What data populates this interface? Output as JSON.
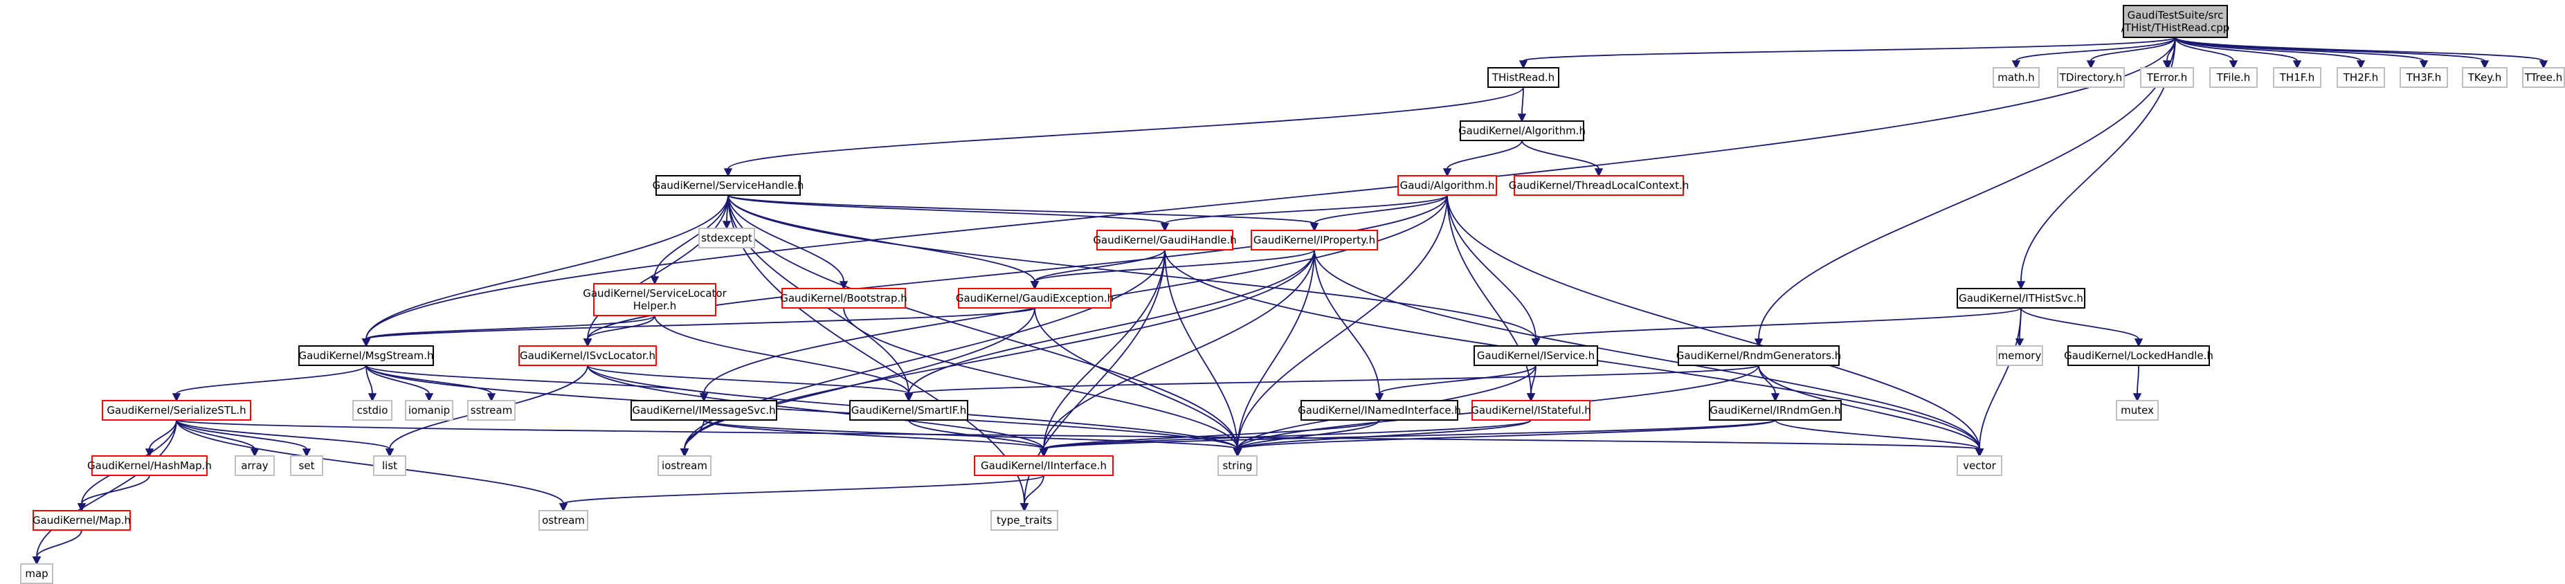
{
  "colors": {
    "edge": "#191970",
    "root_fill": "#bfbfbf",
    "root_border": "#000000",
    "documented_border": "#000000",
    "truncated_border": "#ff0000",
    "external_border": "#bfbfbf",
    "node_fill": "#ffffff"
  },
  "nodes": [
    {
      "id": "root",
      "lines": [
        "GaudiTestSuite/src",
        "/THist/THistRead.cpp"
      ],
      "kind": "root"
    },
    {
      "id": "thistread_h",
      "lines": [
        "THistRead.h"
      ],
      "kind": "documented"
    },
    {
      "id": "math_h",
      "lines": [
        "math.h"
      ],
      "kind": "external"
    },
    {
      "id": "tdirectory_h",
      "lines": [
        "TDirectory.h"
      ],
      "kind": "external"
    },
    {
      "id": "terror_h",
      "lines": [
        "TError.h"
      ],
      "kind": "external"
    },
    {
      "id": "tfile_h",
      "lines": [
        "TFile.h"
      ],
      "kind": "external"
    },
    {
      "id": "th1f_h",
      "lines": [
        "TH1F.h"
      ],
      "kind": "external"
    },
    {
      "id": "th2f_h",
      "lines": [
        "TH2F.h"
      ],
      "kind": "external"
    },
    {
      "id": "th3f_h",
      "lines": [
        "TH3F.h"
      ],
      "kind": "external"
    },
    {
      "id": "tkey_h",
      "lines": [
        "TKey.h"
      ],
      "kind": "external"
    },
    {
      "id": "ttree_h",
      "lines": [
        "TTree.h"
      ],
      "kind": "external"
    },
    {
      "id": "algorithm_gk",
      "lines": [
        "GaudiKernel/Algorithm.h"
      ],
      "kind": "documented"
    },
    {
      "id": "tlc",
      "lines": [
        "GaudiKernel/ThreadLocalContext.h"
      ],
      "kind": "truncated"
    },
    {
      "id": "servicehandle",
      "lines": [
        "GaudiKernel/ServiceHandle.h"
      ],
      "kind": "documented"
    },
    {
      "id": "gaudi_algorithm",
      "lines": [
        "Gaudi/Algorithm.h"
      ],
      "kind": "truncated"
    },
    {
      "id": "stdexcept",
      "lines": [
        "stdexcept"
      ],
      "kind": "external"
    },
    {
      "id": "gaudihandle",
      "lines": [
        "GaudiKernel/GaudiHandle.h"
      ],
      "kind": "truncated"
    },
    {
      "id": "iproperty",
      "lines": [
        "GaudiKernel/IProperty.h"
      ],
      "kind": "truncated"
    },
    {
      "id": "svclocatorhelper",
      "lines": [
        "GaudiKernel/ServiceLocator",
        "Helper.h"
      ],
      "kind": "truncated"
    },
    {
      "id": "bootstrap",
      "lines": [
        "GaudiKernel/Bootstrap.h"
      ],
      "kind": "truncated"
    },
    {
      "id": "gaudiexception",
      "lines": [
        "GaudiKernel/GaudiException.h"
      ],
      "kind": "truncated"
    },
    {
      "id": "ithistsvc",
      "lines": [
        "GaudiKernel/ITHistSvc.h"
      ],
      "kind": "documented"
    },
    {
      "id": "msgstream",
      "lines": [
        "GaudiKernel/MsgStream.h"
      ],
      "kind": "documented"
    },
    {
      "id": "isvclocator",
      "lines": [
        "GaudiKernel/ISvcLocator.h"
      ],
      "kind": "truncated"
    },
    {
      "id": "iservice",
      "lines": [
        "GaudiKernel/IService.h"
      ],
      "kind": "documented"
    },
    {
      "id": "rndmgenerators",
      "lines": [
        "GaudiKernel/RndmGenerators.h"
      ],
      "kind": "documented"
    },
    {
      "id": "memory",
      "lines": [
        "memory"
      ],
      "kind": "external"
    },
    {
      "id": "lockedhandle",
      "lines": [
        "GaudiKernel/LockedHandle.h"
      ],
      "kind": "documented"
    },
    {
      "id": "mutex",
      "lines": [
        "mutex"
      ],
      "kind": "external"
    },
    {
      "id": "serializestl",
      "lines": [
        "GaudiKernel/SerializeSTL.h"
      ],
      "kind": "truncated"
    },
    {
      "id": "cstdio",
      "lines": [
        "cstdio"
      ],
      "kind": "external"
    },
    {
      "id": "iomanip",
      "lines": [
        "iomanip"
      ],
      "kind": "external"
    },
    {
      "id": "sstream",
      "lines": [
        "sstream"
      ],
      "kind": "external"
    },
    {
      "id": "imessagesvc",
      "lines": [
        "GaudiKernel/IMessageSvc.h"
      ],
      "kind": "documented"
    },
    {
      "id": "smartif",
      "lines": [
        "GaudiKernel/SmartIF.h"
      ],
      "kind": "documented"
    },
    {
      "id": "inamedinterface",
      "lines": [
        "GaudiKernel/INamedInterface.h"
      ],
      "kind": "documented"
    },
    {
      "id": "istateful",
      "lines": [
        "GaudiKernel/IStateful.h"
      ],
      "kind": "truncated"
    },
    {
      "id": "irndmgen",
      "lines": [
        "GaudiKernel/IRndmGen.h"
      ],
      "kind": "documented"
    },
    {
      "id": "hashmap",
      "lines": [
        "GaudiKernel/HashMap.h"
      ],
      "kind": "truncated"
    },
    {
      "id": "array",
      "lines": [
        "array"
      ],
      "kind": "external"
    },
    {
      "id": "set",
      "lines": [
        "set"
      ],
      "kind": "external"
    },
    {
      "id": "list",
      "lines": [
        "list"
      ],
      "kind": "external"
    },
    {
      "id": "iostream",
      "lines": [
        "iostream"
      ],
      "kind": "external"
    },
    {
      "id": "string",
      "lines": [
        "string"
      ],
      "kind": "external"
    },
    {
      "id": "vector",
      "lines": [
        "vector"
      ],
      "kind": "external"
    },
    {
      "id": "iinterface",
      "lines": [
        "GaudiKernel/IInterface.h"
      ],
      "kind": "truncated"
    },
    {
      "id": "map_gk",
      "lines": [
        "GaudiKernel/Map.h"
      ],
      "kind": "truncated"
    },
    {
      "id": "ostream",
      "lines": [
        "ostream"
      ],
      "kind": "external"
    },
    {
      "id": "type_traits",
      "lines": [
        "type_traits"
      ],
      "kind": "external"
    },
    {
      "id": "map",
      "lines": [
        "map"
      ],
      "kind": "external"
    }
  ],
  "edges": [
    [
      "root",
      "thistread_h"
    ],
    [
      "root",
      "math_h"
    ],
    [
      "root",
      "tdirectory_h"
    ],
    [
      "root",
      "terror_h"
    ],
    [
      "root",
      "tfile_h"
    ],
    [
      "root",
      "th1f_h"
    ],
    [
      "root",
      "th2f_h"
    ],
    [
      "root",
      "th3f_h"
    ],
    [
      "root",
      "tkey_h"
    ],
    [
      "root",
      "ttree_h"
    ],
    [
      "root",
      "msgstream"
    ],
    [
      "root",
      "rndmgenerators"
    ],
    [
      "root",
      "ithistsvc"
    ],
    [
      "thistread_h",
      "algorithm_gk"
    ],
    [
      "thistread_h",
      "servicehandle"
    ],
    [
      "algorithm_gk",
      "gaudi_algorithm"
    ],
    [
      "algorithm_gk",
      "tlc"
    ],
    [
      "gaudi_algorithm",
      "iproperty"
    ],
    [
      "gaudi_algorithm",
      "gaudihandle"
    ],
    [
      "gaudi_algorithm",
      "isvclocator"
    ],
    [
      "gaudi_algorithm",
      "iservice"
    ],
    [
      "gaudi_algorithm",
      "istateful"
    ],
    [
      "gaudi_algorithm",
      "imessagesvc"
    ],
    [
      "gaudi_algorithm",
      "string"
    ],
    [
      "gaudi_algorithm",
      "vector"
    ],
    [
      "servicehandle",
      "stdexcept"
    ],
    [
      "servicehandle",
      "gaudihandle"
    ],
    [
      "servicehandle",
      "iproperty"
    ],
    [
      "servicehandle",
      "svclocatorhelper"
    ],
    [
      "servicehandle",
      "bootstrap"
    ],
    [
      "servicehandle",
      "gaudiexception"
    ],
    [
      "servicehandle",
      "msgstream"
    ],
    [
      "servicehandle",
      "isvclocator"
    ],
    [
      "servicehandle",
      "iservice"
    ],
    [
      "servicehandle",
      "string"
    ],
    [
      "servicehandle",
      "type_traits"
    ],
    [
      "servicehandle",
      "smartif"
    ],
    [
      "gaudihandle",
      "gaudiexception"
    ],
    [
      "gaudihandle",
      "iinterface"
    ],
    [
      "gaudihandle",
      "string"
    ],
    [
      "gaudihandle",
      "vector"
    ],
    [
      "gaudihandle",
      "iostream"
    ],
    [
      "gaudihandle",
      "type_traits"
    ],
    [
      "iproperty",
      "gaudiexception"
    ],
    [
      "iproperty",
      "inamedinterface"
    ],
    [
      "iproperty",
      "iinterface"
    ],
    [
      "iproperty",
      "string"
    ],
    [
      "iproperty",
      "vector"
    ],
    [
      "iproperty",
      "iostream"
    ],
    [
      "iproperty",
      "smartif"
    ],
    [
      "svclocatorhelper",
      "isvclocator"
    ],
    [
      "svclocatorhelper",
      "msgstream"
    ],
    [
      "svclocatorhelper",
      "smartif"
    ],
    [
      "bootstrap",
      "string"
    ],
    [
      "gaudiexception",
      "iostream"
    ],
    [
      "gaudiexception",
      "string"
    ],
    [
      "gaudiexception",
      "msgstream"
    ],
    [
      "msgstream",
      "serializestl"
    ],
    [
      "msgstream",
      "cstdio"
    ],
    [
      "msgstream",
      "iomanip"
    ],
    [
      "msgstream",
      "sstream"
    ],
    [
      "msgstream",
      "string"
    ],
    [
      "msgstream",
      "imessagesvc"
    ],
    [
      "isvclocator",
      "iinterface"
    ],
    [
      "isvclocator",
      "smartif"
    ],
    [
      "isvclocator",
      "string"
    ],
    [
      "isvclocator",
      "list"
    ],
    [
      "iservice",
      "inamedinterface"
    ],
    [
      "iservice",
      "istateful"
    ],
    [
      "iservice",
      "string"
    ],
    [
      "inamedinterface",
      "iinterface"
    ],
    [
      "inamedinterface",
      "string"
    ],
    [
      "istateful",
      "iinterface"
    ],
    [
      "istateful",
      "string"
    ],
    [
      "smartif",
      "iinterface"
    ],
    [
      "imessagesvc",
      "iinterface"
    ],
    [
      "imessagesvc",
      "iostream"
    ],
    [
      "imessagesvc",
      "string"
    ],
    [
      "iinterface",
      "ostream"
    ],
    [
      "iinterface",
      "type_traits"
    ],
    [
      "serializestl",
      "hashmap"
    ],
    [
      "serializestl",
      "map_gk"
    ],
    [
      "serializestl",
      "array"
    ],
    [
      "serializestl",
      "set"
    ],
    [
      "serializestl",
      "list"
    ],
    [
      "serializestl",
      "map"
    ],
    [
      "serializestl",
      "ostream"
    ],
    [
      "serializestl",
      "vector"
    ],
    [
      "hashmap",
      "map_gk"
    ],
    [
      "map_gk",
      "map"
    ],
    [
      "ithistsvc",
      "iservice"
    ],
    [
      "ithistsvc",
      "memory"
    ],
    [
      "ithistsvc",
      "lockedhandle"
    ],
    [
      "ithistsvc",
      "vector"
    ],
    [
      "lockedhandle",
      "mutex"
    ],
    [
      "rndmgenerators",
      "irndmgen"
    ],
    [
      "rndmgenerators",
      "smartif"
    ],
    [
      "rndmgenerators",
      "string"
    ],
    [
      "rndmgenerators",
      "vector"
    ],
    [
      "irndmgen",
      "iinterface"
    ],
    [
      "irndmgen",
      "string"
    ],
    [
      "irndmgen",
      "vector"
    ]
  ]
}
